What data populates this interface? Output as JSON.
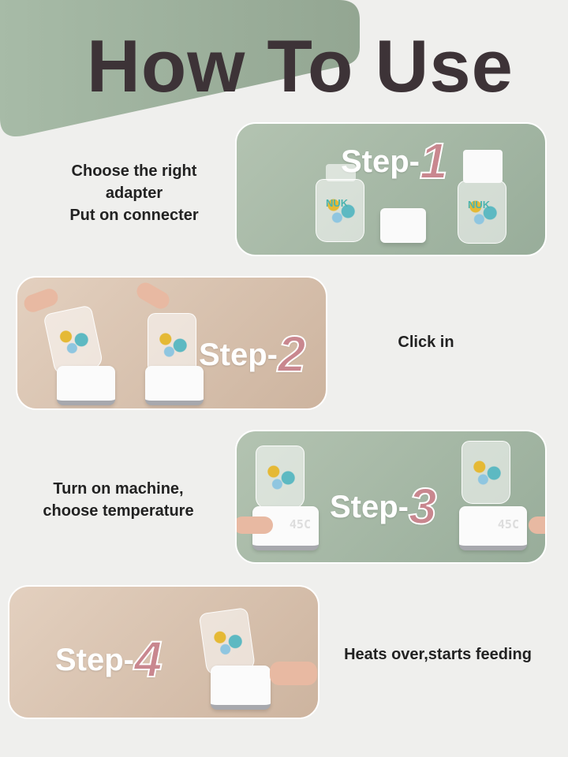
{
  "title": "How To Use",
  "colors": {
    "green": "#a6b8a7",
    "beige": "#d8c2ae",
    "title": "#3d3337",
    "step_number": "#c9878f"
  },
  "steps": [
    {
      "label": "Step-",
      "number": "1",
      "desc_lines": [
        "Choose the right",
        "adapter",
        "Put on connecter"
      ],
      "bottle_brand": "NUK"
    },
    {
      "label": "Step-",
      "number": "2",
      "desc_lines": [
        "Click in"
      ]
    },
    {
      "label": "Step-",
      "number": "3",
      "desc_lines": [
        "Turn on machine,",
        "choose temperature"
      ],
      "display": "45C"
    },
    {
      "label": "Step-",
      "number": "4",
      "desc_lines": [
        "Heats over,starts feeding"
      ]
    }
  ]
}
